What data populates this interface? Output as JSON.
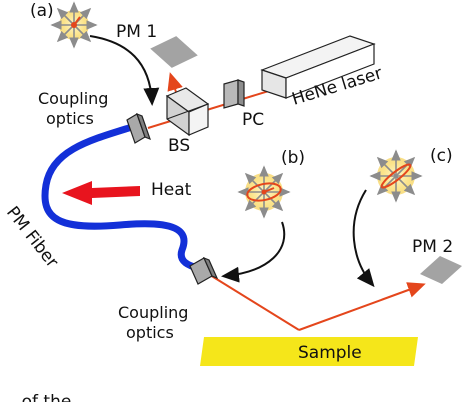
{
  "labels": {
    "panel_a": "(a)",
    "panel_b": "(b)",
    "panel_c": "(c)",
    "pm1": "PM 1",
    "pm2": "PM 2",
    "laser": "HeNe laser",
    "pc": "PC",
    "bs": "BS",
    "coupling_top_1": "Coupling",
    "coupling_top_2": "optics",
    "coupling_bot_1": "Coupling",
    "coupling_bot_2": "optics",
    "heat": "Heat",
    "fiber": "PM Fiber",
    "sample": "Sample",
    "caption_fragment": "... of the ... ... ... ... ..."
  },
  "colors": {
    "beam": "#e4461c",
    "fiber": "#1330d8",
    "heat_arrow": "#e8141e",
    "sample": "#f5e61a",
    "component_gray": "#a3a3a3",
    "polarization_glow": "#fbe79a"
  }
}
